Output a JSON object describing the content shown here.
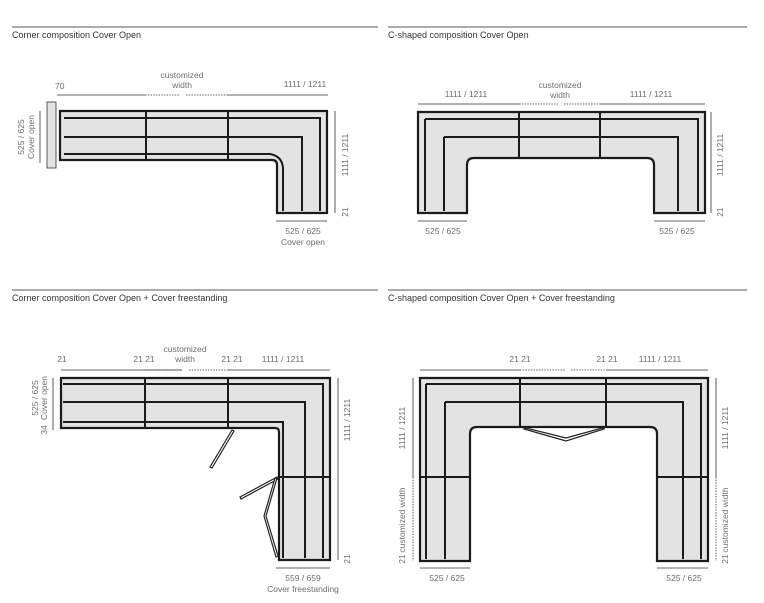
{
  "panels": [
    {
      "title": "Corner composition Cover Open",
      "dims": {
        "left_cover": "70",
        "custom_1": "customized",
        "custom_2": "width",
        "right_top": "1111 / 1211",
        "left_v1": "525 / 625",
        "left_v2": "Cover open",
        "right_v": "1111 / 1211",
        "right_gap": "21",
        "bottom_1": "525 / 625",
        "bottom_2": "Cover open"
      }
    },
    {
      "title": "C-shaped composition Cover Open",
      "dims": {
        "left_top": "1111 / 1211",
        "custom_1": "customized",
        "custom_2": "width",
        "right_top": "1111 / 1211",
        "right_v": "1111 / 1211",
        "right_gap": "21",
        "bottom_left": "525 / 625",
        "bottom_right": "525 / 625"
      }
    },
    {
      "title": "Corner composition Cover Open + Cover freestanding",
      "dims": {
        "t21a": "21",
        "t2121a": "21 21",
        "custom_1": "customized",
        "custom_2": "width",
        "t2121b": "21 21",
        "right_top": "1111 / 1211",
        "left_v1": "525 / 625",
        "left_v2": "Cover open",
        "left_34": "34",
        "right_v": "1111 / 1211",
        "right_gap": "21",
        "bottom_1": "559 / 659",
        "bottom_2": "Cover freestanding"
      }
    },
    {
      "title": "C-shaped composition Cover Open + Cover freestanding",
      "dims": {
        "t2121a": "21 21",
        "t2121b": "21 21",
        "right_top": "1111 / 1211",
        "left_v": "1111 / 1211",
        "left_custom": "customized width",
        "left_gap": "21",
        "right_v": "1111 / 1211",
        "right_custom": "customized width",
        "right_gap": "21",
        "bottom_left": "525 / 625",
        "bottom_right": "525 / 625"
      }
    }
  ]
}
